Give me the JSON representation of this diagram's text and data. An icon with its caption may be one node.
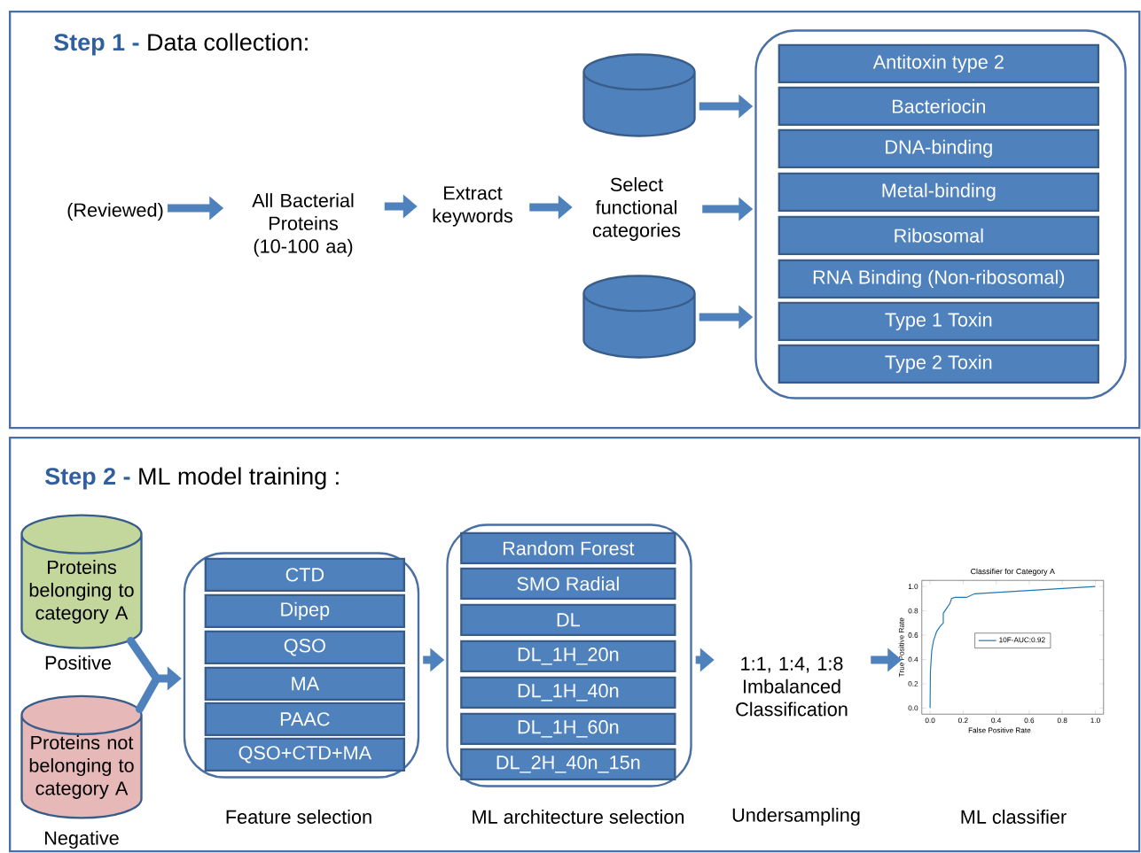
{
  "diagram": {
    "nodes": [
      {
        "text": [
          "Step 1 -",
          "Data collection:"
        ]
      },
      {
        "text": [
          "(Reviewed)"
        ],
        "in": 0
      },
      {
        "text": [
          "All Bacterial Proteins (10-100 aa)"
        ],
        "in": 0
      },
      {
        "text": [
          "Extract keywords"
        ],
        "in": 0
      },
      {
        "text": [],
        "shape": "cylinder",
        "in": 0
      },
      {
        "text": [
          "Select functional categories"
        ],
        "in": 0
      },
      {
        "text": [],
        "shape": "cylinder",
        "in": 0
      },
      {
        "text": [],
        "shape": "box",
        "in": 0
      },
      {
        "text": [
          "Antitoxin type 2"
        ],
        "in": 7
      },
      {
        "text": [
          "Bacteriocin"
        ],
        "in": 7
      },
      {
        "text": [
          "DNA-binding"
        ],
        "in": 7
      },
      {
        "text": [
          "Metal-binding"
        ],
        "in": 7
      },
      {
        "text": [
          "Ribosomal"
        ],
        "in": 7
      },
      {
        "text": [
          "RNA Binding (Non-ribosomal)"
        ],
        "in": 7
      },
      {
        "text": [
          "Type 1 Toxin"
        ],
        "in": 7
      },
      {
        "text": [
          "Type 2 Toxin"
        ],
        "in": 7
      },
      {
        "text": [
          "Step 2 -",
          "ML model training :"
        ]
      },
      {
        "text": [
          "Proteins belonging to category A"
        ],
        "beside": [
          "Positive"
        ],
        "in": 16
      },
      {
        "text": [
          "Proteins not belonging to category A"
        ],
        "beside": [
          "Negative"
        ],
        "in": 16
      },
      {
        "text": [],
        "shape": "box",
        "beside": [
          "Feature selection"
        ],
        "in": 16
      },
      {
        "text": [
          "CTD"
        ],
        "in": 19
      },
      {
        "text": [
          "Dipep"
        ],
        "in": 19
      },
      {
        "text": [
          "QSO"
        ],
        "in": 19
      },
      {
        "text": [
          "MA"
        ],
        "in": 19
      },
      {
        "text": [
          "PAAC"
        ],
        "in": 19
      },
      {
        "text": [
          "QSO+CTD+MA"
        ],
        "in": 19
      },
      {
        "text": [],
        "shape": "box",
        "beside": [
          "ML architecture selection"
        ],
        "in": 16
      },
      {
        "text": [
          "Random Forest"
        ],
        "in": 26
      },
      {
        "text": [
          "SMO Radial"
        ],
        "in": 26
      },
      {
        "text": [
          "DL"
        ],
        "in": 26
      },
      {
        "text": [
          "DL_1H_20n"
        ],
        "in": 26
      },
      {
        "text": [
          "DL_1H_40n"
        ],
        "in": 26
      },
      {
        "text": [
          "DL_1H_60n"
        ],
        "in": 26
      },
      {
        "text": [
          "DL_2H_40n_15n"
        ],
        "in": 26
      },
      {
        "text": [
          "1:1, 1:4, 1:8",
          "Imbalanced Classification"
        ],
        "in": 16
      },
      {
        "text": [],
        "shape": "picture",
        "in": 16
      }
    ],
    "labels": [
      "Undersampling",
      "ML classifier"
    ],
    "edges": [
      {
        "from": 1,
        "to": 2,
        "arrow": "to"
      },
      {
        "from": 2,
        "to": 3,
        "arrow": "to"
      },
      {
        "from": 3,
        "to": 5,
        "arrow": "to"
      },
      {
        "from": 4,
        "to": 7,
        "arrow": "to"
      },
      {
        "from": 5,
        "to": 7,
        "arrow": "to"
      },
      {
        "from": 6,
        "to": 7,
        "arrow": "to"
      },
      {
        "from": 17,
        "to": 19,
        "arrow": "to"
      },
      {
        "from": 18,
        "to": 19,
        "arrow": "to"
      },
      {
        "from": 19,
        "to": 26,
        "arrow": "to"
      },
      {
        "from": 26,
        "to": 34,
        "arrow": "to"
      },
      {
        "from": 34,
        "to": 35,
        "arrow": "to"
      }
    ],
    "chart_data": {
      "type": "line",
      "title": "Classifier for Category A",
      "xlabel": "False Positive Rate",
      "ylabel": "True Positive Rate",
      "x": [
        0,
        0.002,
        0.01,
        0.02,
        0.04,
        0.06,
        0.08,
        0.08,
        0.1,
        0.12,
        0.13,
        0.15,
        0.22,
        0.27,
        0.4,
        1
      ],
      "series": [
        {
          "name": "10F-AUC:0.92",
          "color": "#1f77b4",
          "values": [
            0,
            0.3,
            0.47,
            0.55,
            0.63,
            0.67,
            0.7,
            0.78,
            0.82,
            0.86,
            0.9,
            0.91,
            0.91,
            0.94,
            0.95,
            1
          ]
        }
      ],
      "xlim": [
        -0.05,
        1.05
      ],
      "ylim": [
        -0.05,
        1.05
      ],
      "xticks": [
        {
          "value": 0,
          "label": "0.0"
        },
        0.2,
        0.4,
        0.6,
        0.8,
        {
          "value": 1,
          "label": "1.0"
        }
      ],
      "yticks": [
        {
          "value": 0,
          "label": "0.0"
        },
        0.2,
        0.4,
        0.6,
        0.8,
        {
          "value": 1,
          "label": "1.0"
        }
      ]
    }
  }
}
